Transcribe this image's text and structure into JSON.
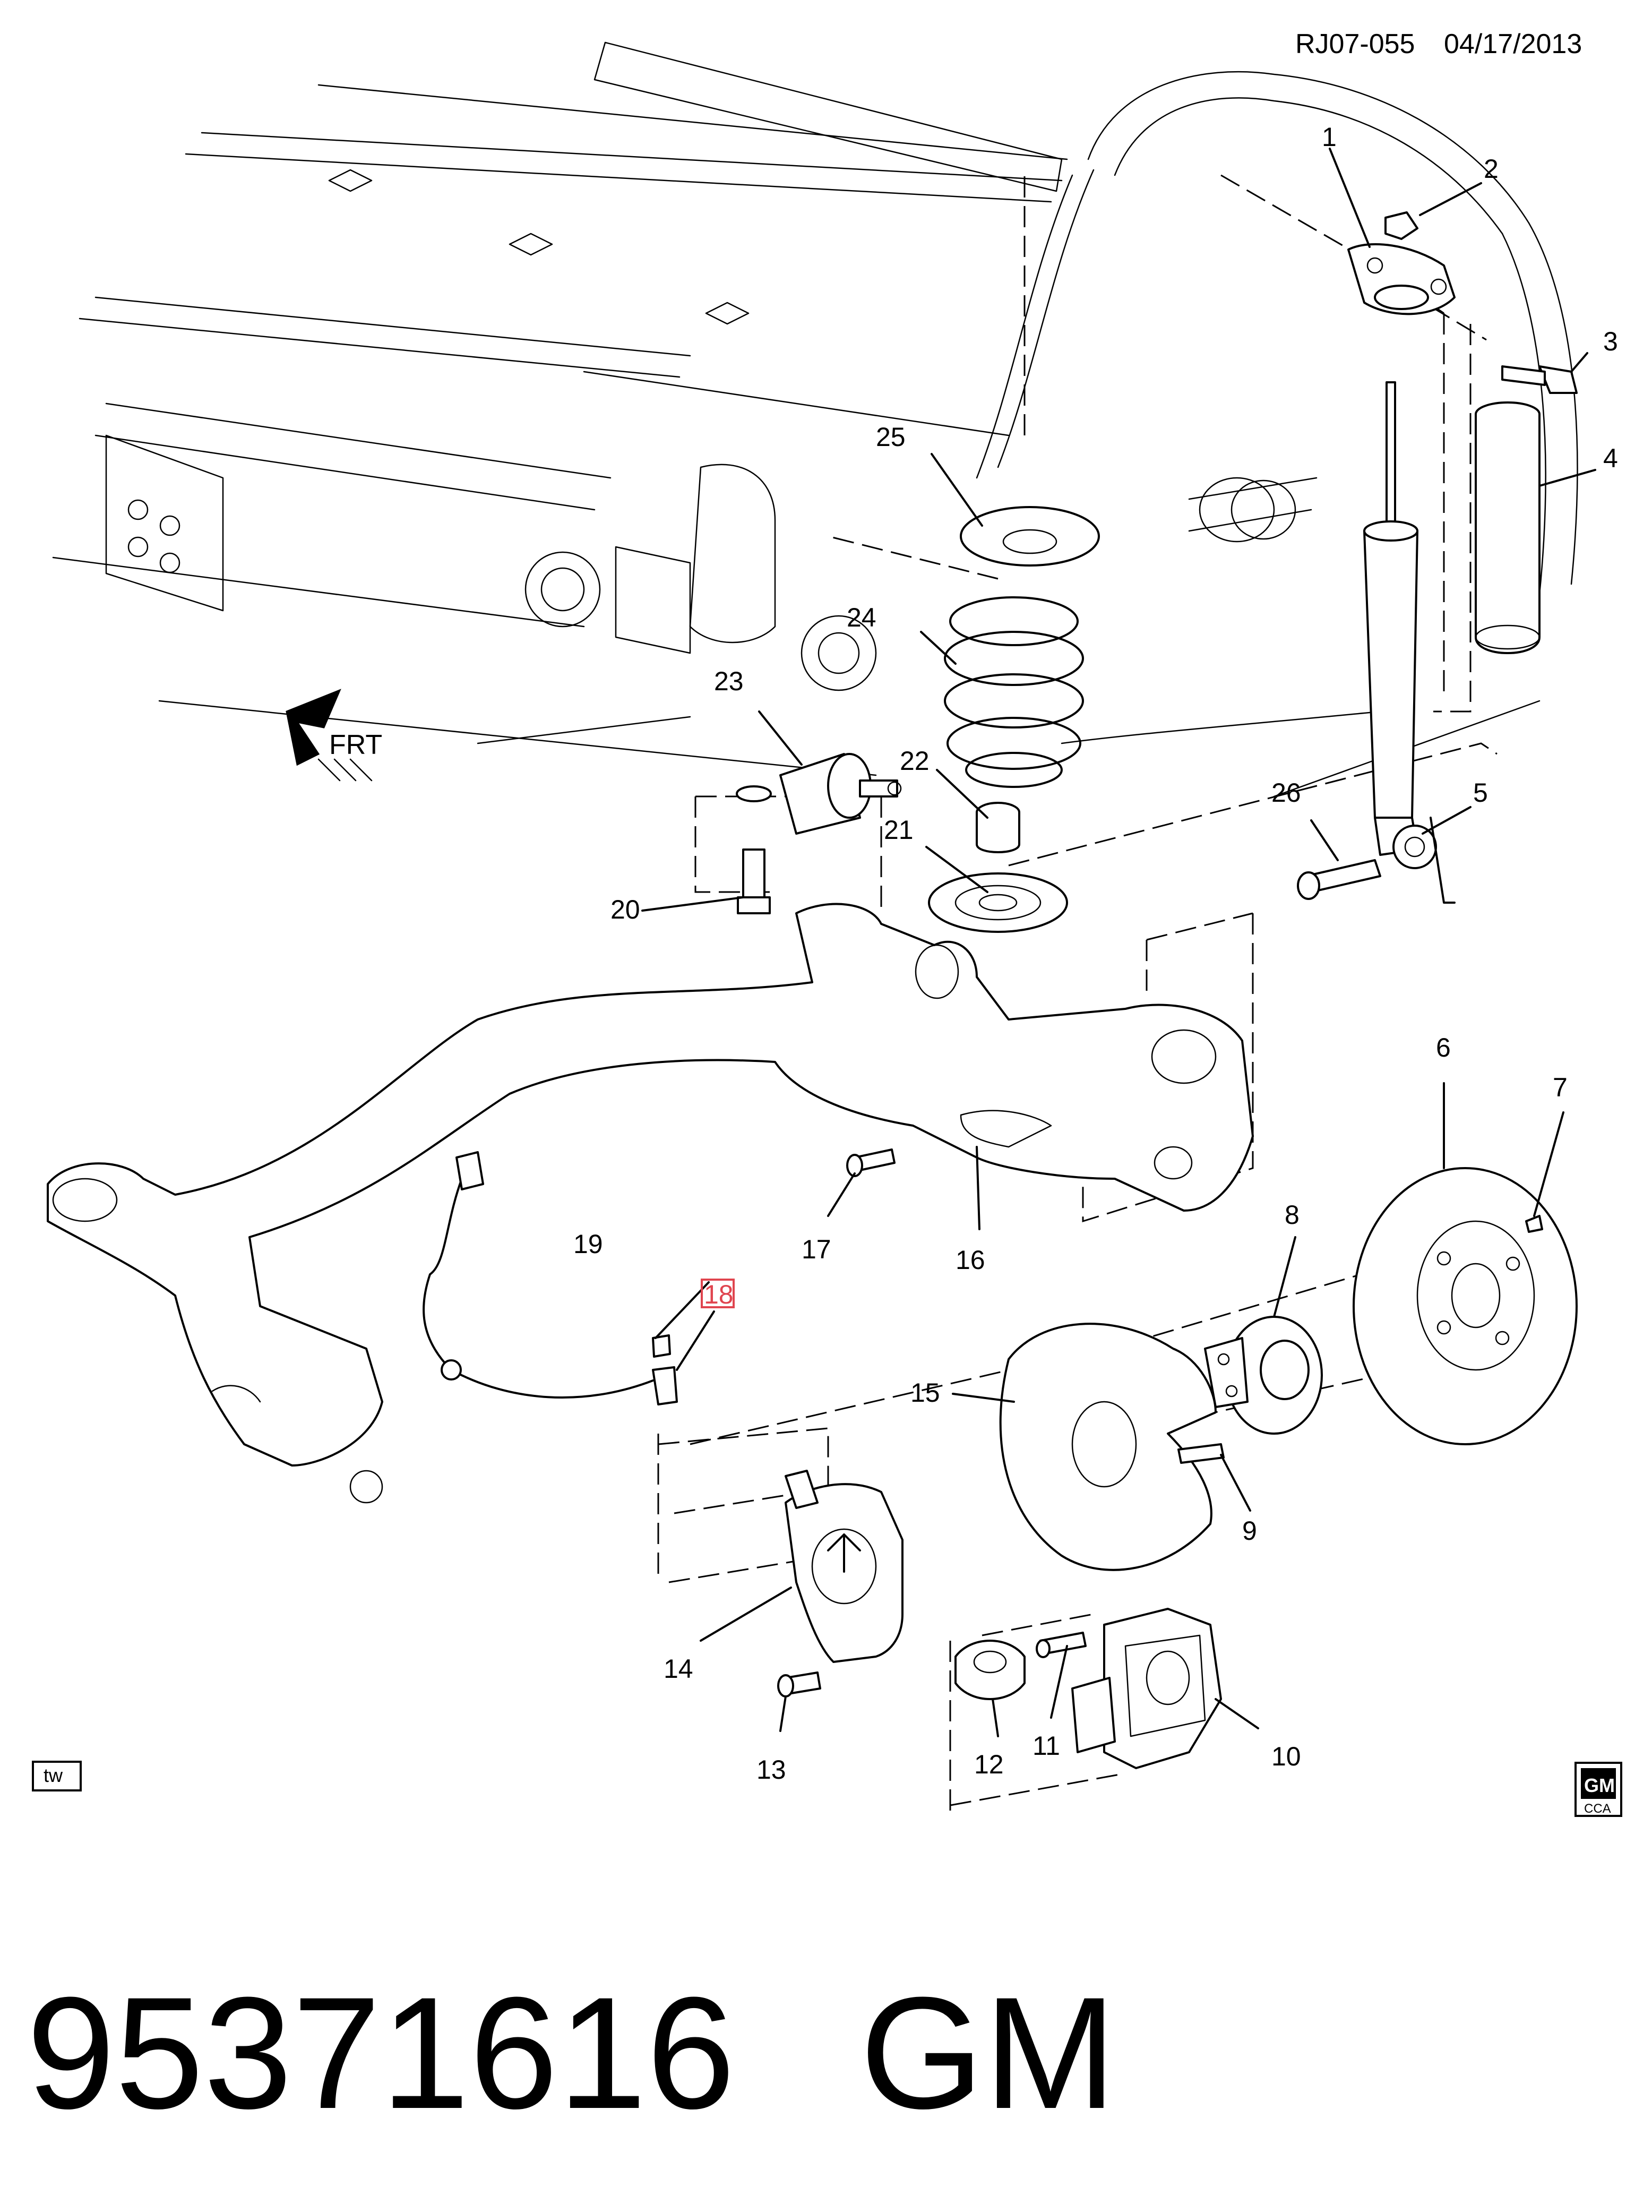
{
  "header": {
    "ref_code": "RJ07-055",
    "date": "04/17/2013"
  },
  "direction_marker": {
    "label": "FRT",
    "icon": "front-arrow-icon"
  },
  "corner_badge": {
    "label": "tw"
  },
  "brand_logo": {
    "label": "GM",
    "sublabel": "CCA"
  },
  "part_number": {
    "number": "95371616",
    "brand": "GM"
  },
  "callouts": {
    "c1": "1",
    "c2": "2",
    "c3": "3",
    "c4": "4",
    "c5": "5",
    "c6": "6",
    "c7": "7",
    "c8": "8",
    "c9": "9",
    "c10": "10",
    "c11": "11",
    "c12": "12",
    "c13": "13",
    "c14": "14",
    "c15": "15",
    "c16": "16",
    "c17": "17",
    "c18": "18",
    "c19": "19",
    "c20": "20",
    "c21": "21",
    "c22": "22",
    "c23": "23",
    "c24": "24",
    "c25": "25",
    "c26": "26"
  },
  "highlight": {
    "callout": "18",
    "color": "#e0454f"
  },
  "colors": {
    "line": "#000000",
    "background": "#ffffff"
  }
}
